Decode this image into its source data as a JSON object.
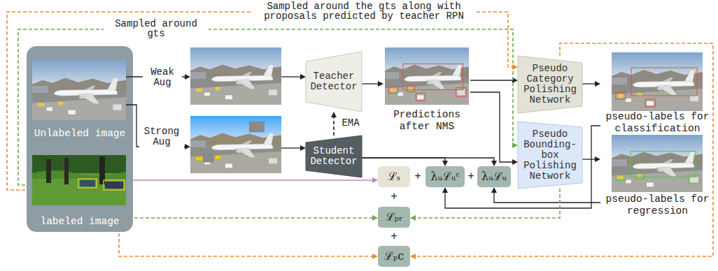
{
  "diagram": {
    "nodes": [
      {
        "text": [
          "Unlabeled image"
        ]
      },
      {
        "text": [
          "labeled image"
        ]
      },
      {
        "text": [
          "Teacher Detector"
        ]
      },
      {
        "text": [
          "Predictions after NMS"
        ]
      },
      {
        "text": [
          "Pseudo Category Polishing Network"
        ]
      },
      {
        "text": [
          "pseudo-labels for classification"
        ]
      },
      {
        "text": [
          "Student Detector"
        ]
      },
      {
        "text": [
          "Pseudo Bounding-box Polishing Network"
        ]
      },
      {
        "text": [
          "pseudo-labels for regression"
        ]
      },
      {
        "text": [
          "ℒₛ"
        ]
      },
      {
        "text": [
          "λᵤℒᵤᶜ"
        ]
      },
      {
        "text": [
          "λᵤℒᵤ"
        ]
      },
      {
        "text": [
          "ℒₚᵣ"
        ]
      },
      {
        "text": [
          "ℒₚc"
        ]
      }
    ],
    "edges": [
      {
        "from": 6,
        "to": 2,
        "arrow": "to",
        "label": "EMA"
      },
      {
        "from": 2,
        "to": 3,
        "arrow": "to"
      },
      {
        "from": 3,
        "to": 4,
        "arrow": "to"
      },
      {
        "from": 3,
        "to": 7,
        "arrow": "to"
      },
      {
        "from": 4,
        "to": 5,
        "arrow": "to"
      },
      {
        "from": 7,
        "to": 8,
        "arrow": "to"
      },
      {
        "from": 1,
        "to": 9,
        "arrow": "to"
      },
      {
        "from": 6,
        "to": 10,
        "arrow": "to"
      },
      {
        "from": 6,
        "to": 11,
        "arrow": "to"
      },
      {
        "from": 5,
        "to": 10,
        "arrow": "to"
      },
      {
        "from": 8,
        "to": 11,
        "arrow": "to"
      },
      {
        "from": 1,
        "to": 12,
        "arrow": "to"
      },
      {
        "from": 7,
        "to": 12,
        "arrow": "to"
      },
      {
        "from": 1,
        "to": 13,
        "arrow": "to"
      },
      {
        "from": 4,
        "to": 13,
        "arrow": "to"
      },
      {
        "from": 1,
        "to": 7,
        "arrow": "to",
        "label": "Sampled around gts"
      },
      {
        "from": 1,
        "to": 4,
        "arrow": "to",
        "label": "Sampled around the gts along with proposals predicted by teacher RPN"
      }
    ],
    "labels": [
      "Weak Aug",
      "Strong Aug",
      "+",
      "+",
      "+",
      "+"
    ]
  }
}
